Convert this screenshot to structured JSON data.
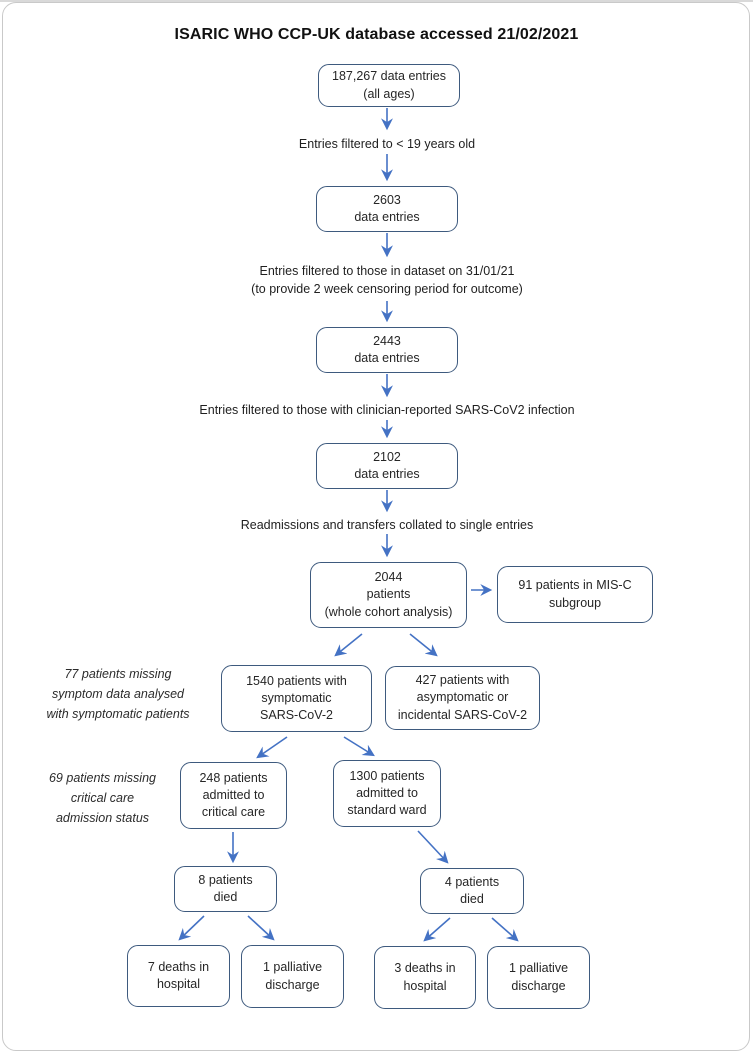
{
  "title": "ISARIC WHO CCP-UK database accessed 21/02/2021",
  "colors": {
    "box_border": "#3e5a7e",
    "arrow": "#4472c4",
    "frame_border": "#c9c9c9",
    "text": "#262626"
  },
  "boxes": {
    "all_entries": "187,267 data entries\n(all ages)",
    "e2603": "2603\ndata entries",
    "e2443": "2443\ndata entries",
    "e2102": "2102\ndata entries",
    "p2044": "2044\npatients\n(whole cohort analysis)",
    "misc": "91 patients in MIS-C\nsubgroup",
    "symptomatic": "1540 patients with\nsymptomatic\nSARS-CoV-2",
    "asymptomatic": "427 patients with\nasymptomatic or\nincidental SARS-CoV-2",
    "critical": "248 patients\nadmitted to\ncritical care",
    "ward": "1300 patients\nadmitted to\nstandard ward",
    "died8": "8 patients\ndied",
    "died4": "4 patients\ndied",
    "deaths7": "7 deaths in\nhospital",
    "palliative_a": "1 palliative\ndischarge",
    "deaths3": "3 deaths in\nhospital",
    "palliative_b": "1 palliative\ndischarge"
  },
  "filters": {
    "f1": "Entries filtered to < 19 years old",
    "f2": "Entries filtered to those in dataset on 31/01/21\n(to provide 2 week censoring period for outcome)",
    "f3": "Entries filtered to those with clinician-reported SARS-CoV2 infection",
    "f4": "Readmissions and transfers collated to single entries"
  },
  "notes": {
    "missing_symptom": "77 patients missing\nsymptom data analysed\nwith symptomatic patients",
    "missing_critical": "69 patients missing\ncritical care\nadmission status"
  }
}
